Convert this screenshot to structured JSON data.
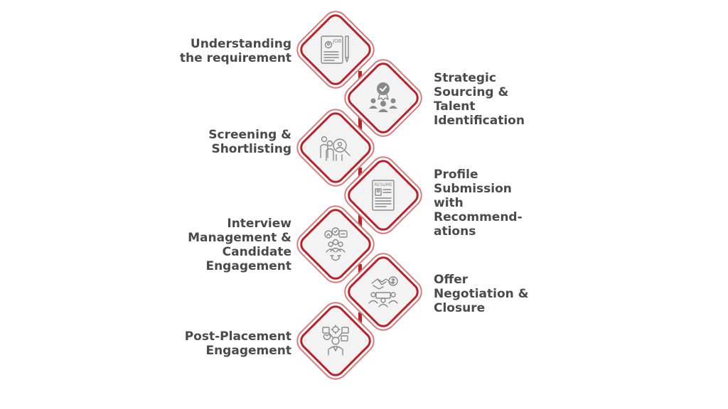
{
  "steps": [
    {
      "label": "Understanding\nthe requirement",
      "icon": "job-description-icon"
    },
    {
      "label": "Strategic\nSourcing &\nTalent\nIdentification",
      "icon": "talent-award-icon"
    },
    {
      "label": "Screening &\nShortlisting",
      "icon": "candidate-search-icon"
    },
    {
      "label": "Profile\nSubmission\nwith\nRecommend-\nations",
      "icon": "resume-icon"
    },
    {
      "label": "Interview\nManagement &\nCandidate\nEngagement",
      "icon": "engagement-icon"
    },
    {
      "label": "Offer\nNegotiation &\nClosure",
      "icon": "handshake-icon"
    },
    {
      "label": "Post-Placement\nEngagement",
      "icon": "support-network-icon"
    }
  ],
  "icon_text": {
    "job": "JOB",
    "resume": "RESUME"
  },
  "colors": {
    "accent": "#b8232b",
    "text": "#4a4a4a",
    "tile": "#f3f3f3",
    "icon": "#8a8a8a"
  }
}
